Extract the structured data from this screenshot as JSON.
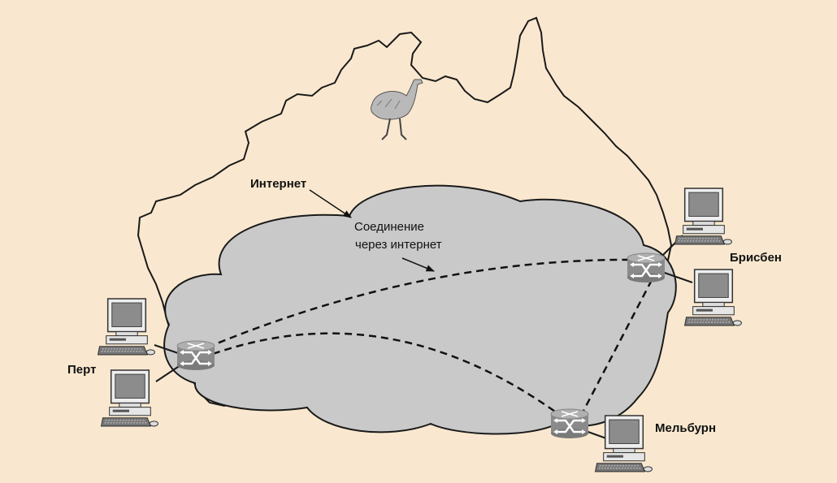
{
  "labels": {
    "internet": "Интернет",
    "connection_line1": "Соединение",
    "connection_line2": "через интернет",
    "perth": "Перт",
    "brisbane": "Брисбен",
    "melbourne": "Мельбурн"
  },
  "colors": {
    "background": "#f9e8cf",
    "cloud": "#c9c9c9",
    "outline": "#1a1a1a",
    "router": "#8a8a8a"
  }
}
